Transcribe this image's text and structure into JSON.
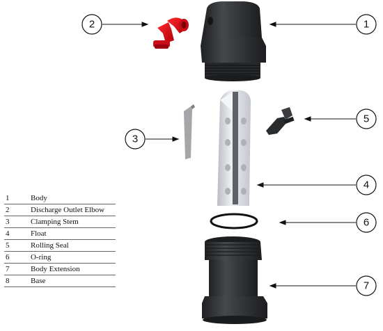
{
  "callouts": [
    {
      "id": "1",
      "label": "1"
    },
    {
      "id": "2",
      "label": "2"
    },
    {
      "id": "3",
      "label": "3"
    },
    {
      "id": "4",
      "label": "4"
    },
    {
      "id": "5",
      "label": "5"
    },
    {
      "id": "6",
      "label": "6"
    },
    {
      "id": "7",
      "label": "7"
    }
  ],
  "legend": [
    {
      "num": "1",
      "name": "Body"
    },
    {
      "num": "2",
      "name": "Discharge Outlet Elbow"
    },
    {
      "num": "3",
      "name": "Clamping Stem"
    },
    {
      "num": "4",
      "name": "Float"
    },
    {
      "num": "5",
      "name": "Rolling Seal"
    },
    {
      "num": "6",
      "name": "O-ring"
    },
    {
      "num": "7",
      "name": "Body Extension"
    },
    {
      "num": "8",
      "name": "Base"
    }
  ],
  "colors": {
    "body_dark": "#2f3134",
    "elbow_red": "#d4101c",
    "float_grey": "#d6d8dc",
    "stem_grey": "#9a9ca0"
  }
}
